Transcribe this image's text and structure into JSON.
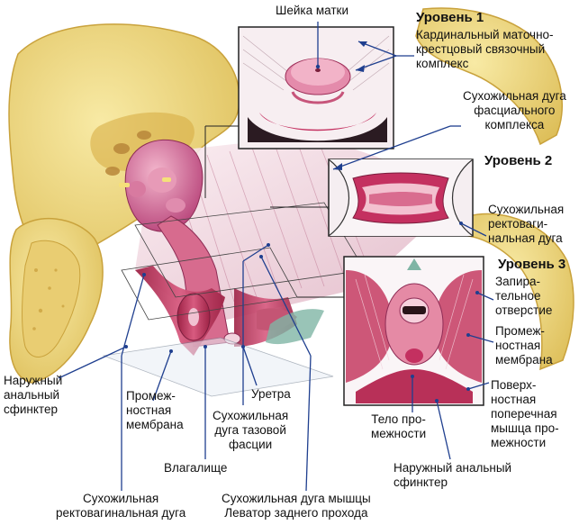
{
  "labels": {
    "cervix": "Шейка матки",
    "level1_title": "Уровень 1",
    "level1_desc": "Кардинальный маточно-\nкрестцовый связочный\nкомплекс",
    "tendinous_arch_fascial": "Сухожильная дуга\nфасциального\nкомплекса",
    "level2_title": "Уровень 2",
    "tendinous_rectovaginal_right": "Сухожильная\nректоваги-\nнальная дуга",
    "level3_title": "Уровень 3",
    "obturator_foramen": "Запира-\nтельное\nотверстие",
    "perineal_membrane_right": "Промеж-\nностная\nмембрана",
    "superficial_transverse": "Поверх-\nностная\nпоперечная\nмышца про-\nмежности",
    "perineal_body": "Тело про-\nмежности",
    "external_anal_sphincter_right": "Наружный анальный\nсфинктер",
    "external_anal_sphincter_left": "Наружный\nанальный\nсфинктер",
    "perineal_membrane_left": "Промеж-\nностная\nмембрана",
    "urethra": "Уретра",
    "tendinous_arch_pelvic_fascia": "Сухожильная\nдуга тазовой\nфасции",
    "vagina": "Влагалище",
    "tendinous_rectovaginal_bottom": "Сухожильная\nректовагинальная дуга",
    "tendinous_levator_bottom": "Сухожильная дуга мышцы\nЛеватор заднего прохода"
  },
  "colors": {
    "bone": "#f3dc7a",
    "bone_shadow": "#d9b94e",
    "muscle": "#c23a5e",
    "muscle_light": "#e58aa5",
    "fascia": "#f1dbe2",
    "pointer": "#1f3f8f",
    "text": "#111111"
  }
}
